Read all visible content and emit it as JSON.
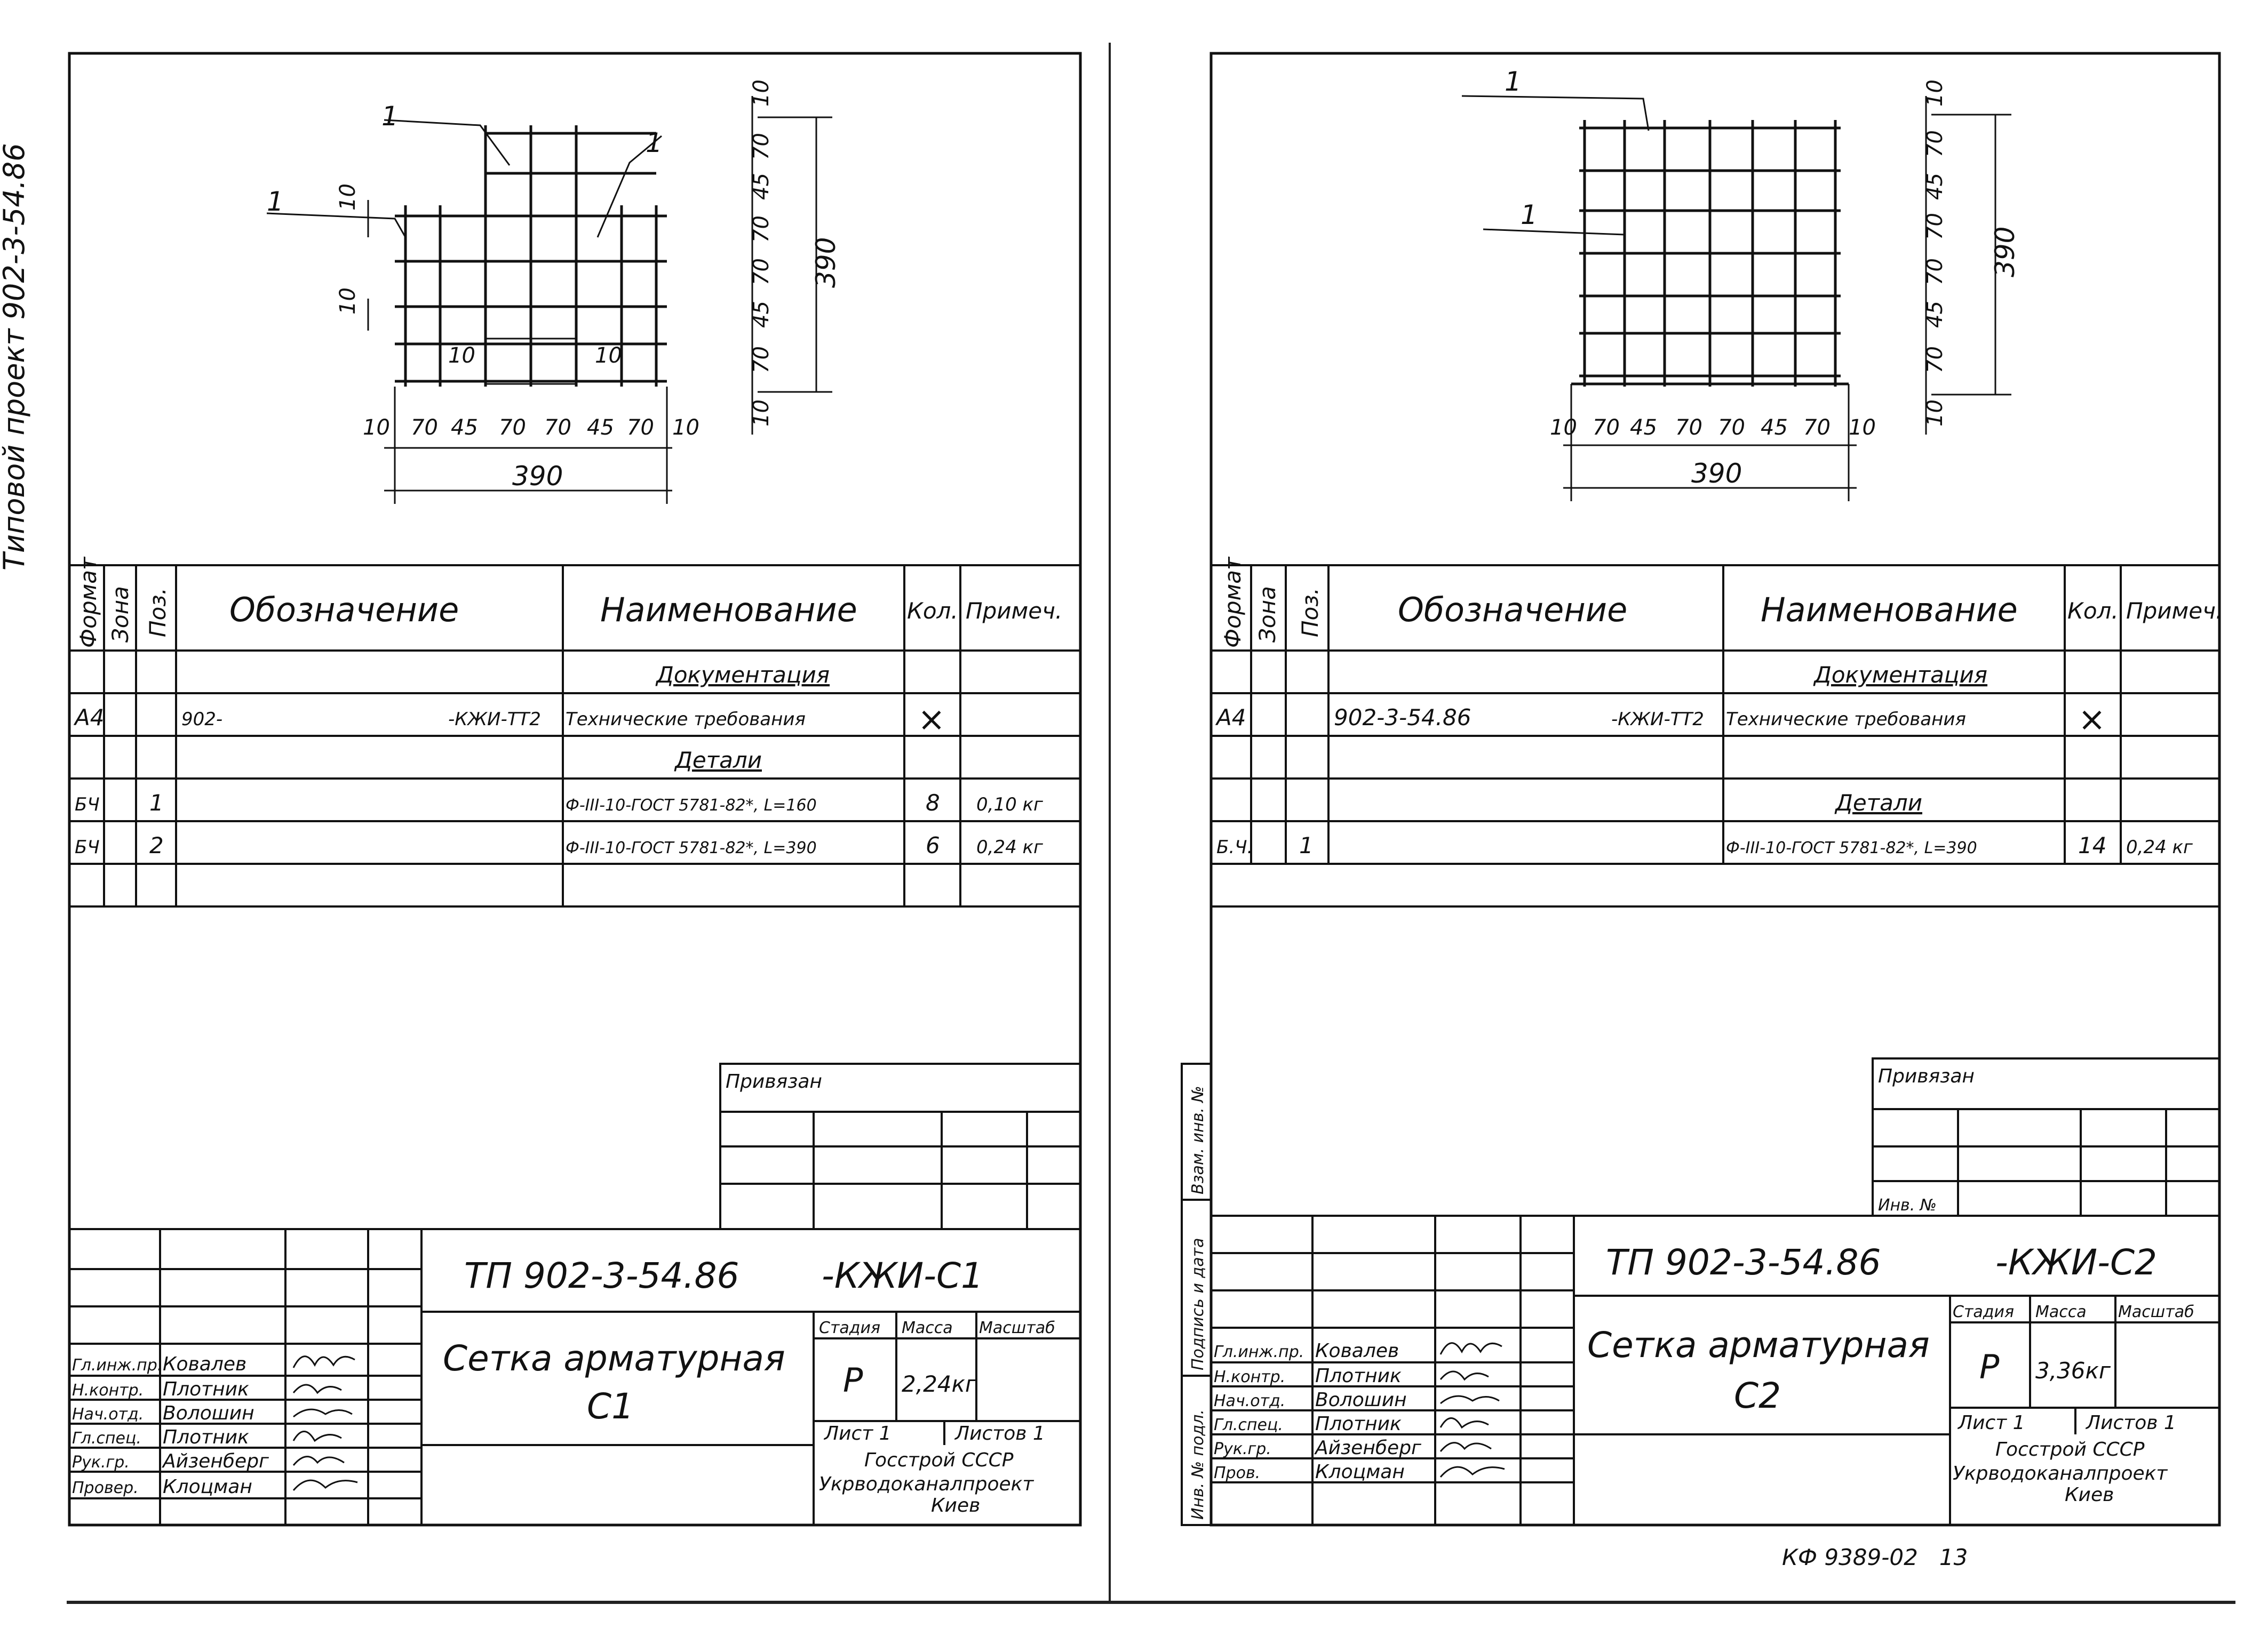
{
  "side_stamp": "Типовой проект 902-3-54.86",
  "sheets": [
    {
      "id": "c1",
      "drawing": {
        "callout": "1",
        "dims_horizontal": [
          "10",
          "70",
          "45",
          "70",
          "70",
          "45",
          "70",
          "10"
        ],
        "dims_vertical": [
          "10",
          "70",
          "45",
          "70",
          "70",
          "45",
          "70",
          "10"
        ],
        "inner_dims": [
          "10",
          "10"
        ],
        "total_width": "390",
        "total_height": "390"
      },
      "spec": {
        "headers": {
          "format": "Формат",
          "zone": "Зона",
          "pos": "Поз.",
          "designation": "Обозначение",
          "name": "Наименование",
          "qty": "Кол.",
          "note": "Примеч."
        },
        "rows": [
          {
            "format": "",
            "zone": "",
            "pos": "",
            "designation": "",
            "name": "Документация",
            "qty": "",
            "note": "",
            "section": true
          },
          {
            "format": "А4",
            "zone": "",
            "pos": "",
            "designation": "902-",
            "code": "-КЖИ-ТТ2",
            "name": "Технические требования",
            "qty": "×",
            "note": ""
          },
          {
            "format": "",
            "zone": "",
            "pos": "",
            "designation": "",
            "name": "Детали",
            "qty": "",
            "note": "",
            "section": true
          },
          {
            "format": "БЧ",
            "zone": "",
            "pos": "1",
            "designation": "",
            "name": "Ф-III-10-ГОСТ 5781-82*, L=160",
            "qty": "8",
            "note": "0,10 кг"
          },
          {
            "format": "БЧ",
            "zone": "",
            "pos": "2",
            "designation": "",
            "name": "Ф-III-10-ГОСТ 5781-82*, L=390",
            "qty": "6",
            "note": "0,24 кг"
          },
          {
            "format": "",
            "zone": "",
            "pos": "",
            "designation": "",
            "name": "",
            "qty": "",
            "note": ""
          }
        ]
      },
      "privyazan": "Привязан",
      "inv_no": "",
      "title_block": {
        "code": "ТП 902-3-54.86",
        "code_suffix": "-КЖИ-С1",
        "title": "Сетка арматурная",
        "subtitle": "С1",
        "stage_label": "Стадия",
        "mass_label": "Масса",
        "scale_label": "Масштаб",
        "stage": "Р",
        "mass": "2,24кг",
        "sheet_label": "Лист 1",
        "sheets_label": "Листов 1",
        "org1": "Госстрой СССР",
        "org2": "Укрводоканалпроект",
        "org3": "Киев",
        "people": [
          {
            "role": "Гл.инж.пр.",
            "name": "Ковалев"
          },
          {
            "role": "Н.контр.",
            "name": "Плотник"
          },
          {
            "role": "Нач.отд.",
            "name": "Волошин"
          },
          {
            "role": "Гл.спец.",
            "name": "Плотник"
          },
          {
            "role": "Рук.гр.",
            "name": "Айзенберг"
          },
          {
            "role": "Провер.",
            "name": "Клоцман"
          }
        ]
      }
    },
    {
      "id": "c2",
      "drawing": {
        "callout": "1",
        "dims_horizontal": [
          "10",
          "70",
          "45",
          "70",
          "70",
          "45",
          "70",
          "10"
        ],
        "dims_vertical": [
          "10",
          "70",
          "45",
          "70",
          "70",
          "45",
          "70",
          "10"
        ],
        "inner_dims": [],
        "total_width": "390",
        "total_height": "390"
      },
      "spec": {
        "headers": {
          "format": "Формат",
          "zone": "Зона",
          "pos": "Поз.",
          "designation": "Обозначение",
          "name": "Наименование",
          "qty": "Кол.",
          "note": "Примеч."
        },
        "rows": [
          {
            "format": "",
            "zone": "",
            "pos": "",
            "designation": "",
            "name": "Документация",
            "qty": "",
            "note": "",
            "section": true
          },
          {
            "format": "А4",
            "zone": "",
            "pos": "",
            "designation": "902-3-54.86",
            "code": "-КЖИ-ТТ2",
            "name": "Технические требования",
            "qty": "×",
            "note": ""
          },
          {
            "format": "",
            "zone": "",
            "pos": "",
            "designation": "",
            "name": "",
            "qty": "",
            "note": ""
          },
          {
            "format": "",
            "zone": "",
            "pos": "",
            "designation": "",
            "name": "Детали",
            "qty": "",
            "note": "",
            "section": true
          },
          {
            "format": "Б.Ч.",
            "zone": "",
            "pos": "1",
            "designation": "",
            "name": "Ф-III-10-ГОСТ 5781-82*, L=390",
            "qty": "14",
            "note": "0,24 кг"
          },
          {
            "format": "",
            "zone": "",
            "pos": "",
            "designation": "",
            "name": "",
            "qty": "",
            "note": ""
          }
        ]
      },
      "privyazan": "Привязан",
      "inv_no": "Инв. №",
      "title_block": {
        "code": "ТП 902-3-54.86",
        "code_suffix": "-КЖИ-С2",
        "title": "Сетка арматурная",
        "subtitle": "С2",
        "stage_label": "Стадия",
        "mass_label": "Масса",
        "scale_label": "Масштаб",
        "stage": "Р",
        "mass": "3,36кг",
        "sheet_label": "Лист 1",
        "sheets_label": "Листов 1",
        "org1": "Госстрой СССР",
        "org2": "Укрводоканалпроект",
        "org3": "Киев",
        "people": [
          {
            "role": "Гл.инж.пр.",
            "name": "Ковалев"
          },
          {
            "role": "Н.контр.",
            "name": "Плотник"
          },
          {
            "role": "Нач.отд.",
            "name": "Волошин"
          },
          {
            "role": "Гл.спец.",
            "name": "Плотник"
          },
          {
            "role": "Рук.гр.",
            "name": "Айзенберг"
          },
          {
            "role": "Пров.",
            "name": "Клоцман"
          }
        ]
      }
    }
  ],
  "margin_labels": [
    "Инв. № подл.",
    "Подпись и дата",
    "Взам. инв. №"
  ],
  "footer": "КФ 9389-02   13"
}
